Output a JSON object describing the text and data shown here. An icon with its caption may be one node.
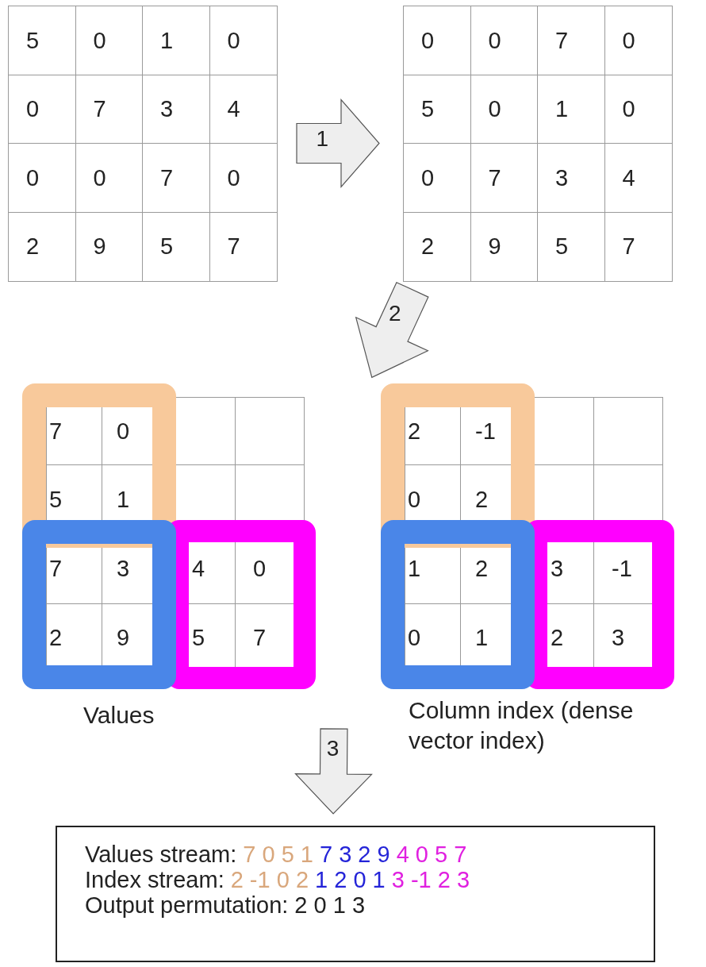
{
  "diagram": {
    "nodes": [
      {
        "text": [
          "5",
          "0",
          "1",
          "0",
          "0",
          "7",
          "3",
          "4",
          "0",
          "0",
          "7",
          "0",
          "2",
          "9",
          "5",
          "7"
        ]
      },
      {
        "text": [
          "0",
          "0",
          "7",
          "0",
          "5",
          "0",
          "1",
          "0",
          "0",
          "7",
          "3",
          "4",
          "2",
          "9",
          "5",
          "7"
        ]
      },
      {
        "text": [
          "7",
          "0",
          "5",
          "1",
          "7",
          "3",
          "4",
          "0",
          "2",
          "9",
          "5",
          "7"
        ],
        "beside": [
          "Values"
        ]
      },
      {
        "text": [
          "2",
          "-1",
          "0",
          "2",
          "1",
          "2",
          "3",
          "-1",
          "0",
          "1",
          "2",
          "3"
        ],
        "beside": [
          "Column index (dense vector index)"
        ]
      },
      {
        "text": [
          "Values stream:",
          "7 0 5 1",
          "7 3 2 9",
          "4 0 5 7",
          "Index stream:",
          "2 -1 0 2",
          "1 2 0 1",
          "3 -1 2 3",
          "Output permutation: 2 0 1 3"
        ]
      }
    ],
    "edges": [
      {
        "from": 0,
        "to": 1,
        "arrow": "to",
        "label": "1"
      },
      {
        "from": 1,
        "to": 3,
        "arrow": "to",
        "label": "2"
      },
      {
        "from": null,
        "to": 4,
        "arrow": "to",
        "label": "3"
      }
    ]
  }
}
